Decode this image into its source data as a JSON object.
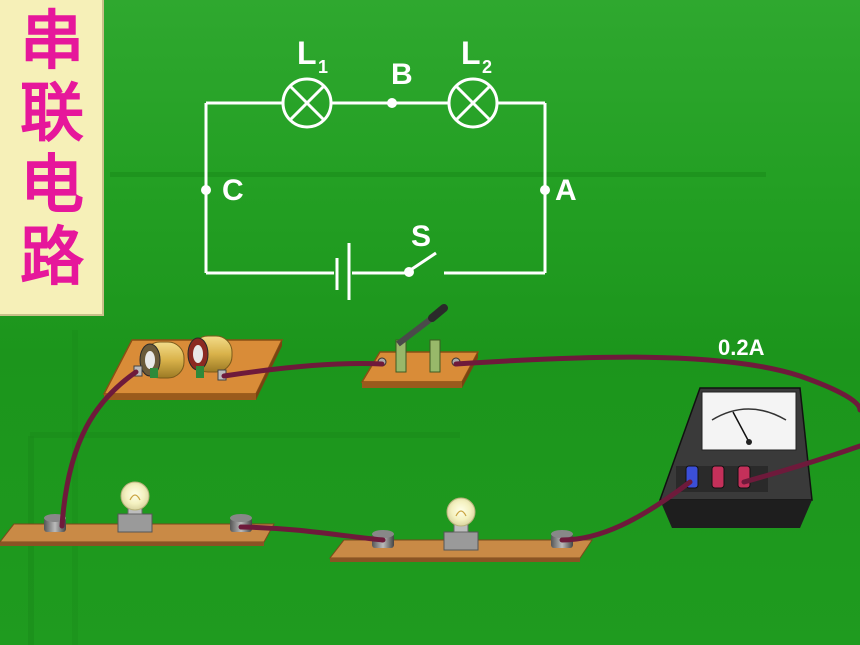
{
  "title": {
    "chars": [
      "串",
      "联",
      "电",
      "路"
    ]
  },
  "schematic": {
    "lamp1_label": "L",
    "lamp1_sub": "1",
    "lamp2_label": "L",
    "lamp2_sub": "2",
    "node_b": "B",
    "node_c": "C",
    "node_a": "A",
    "switch_label": "S"
  },
  "ammeter": {
    "reading": "0.2A"
  },
  "colors": {
    "background": "#1f9a1f",
    "title_text": "#e6179b",
    "title_box": "#f6f0b8",
    "wire": "#6e1a3b",
    "board": "#c98a3a"
  }
}
